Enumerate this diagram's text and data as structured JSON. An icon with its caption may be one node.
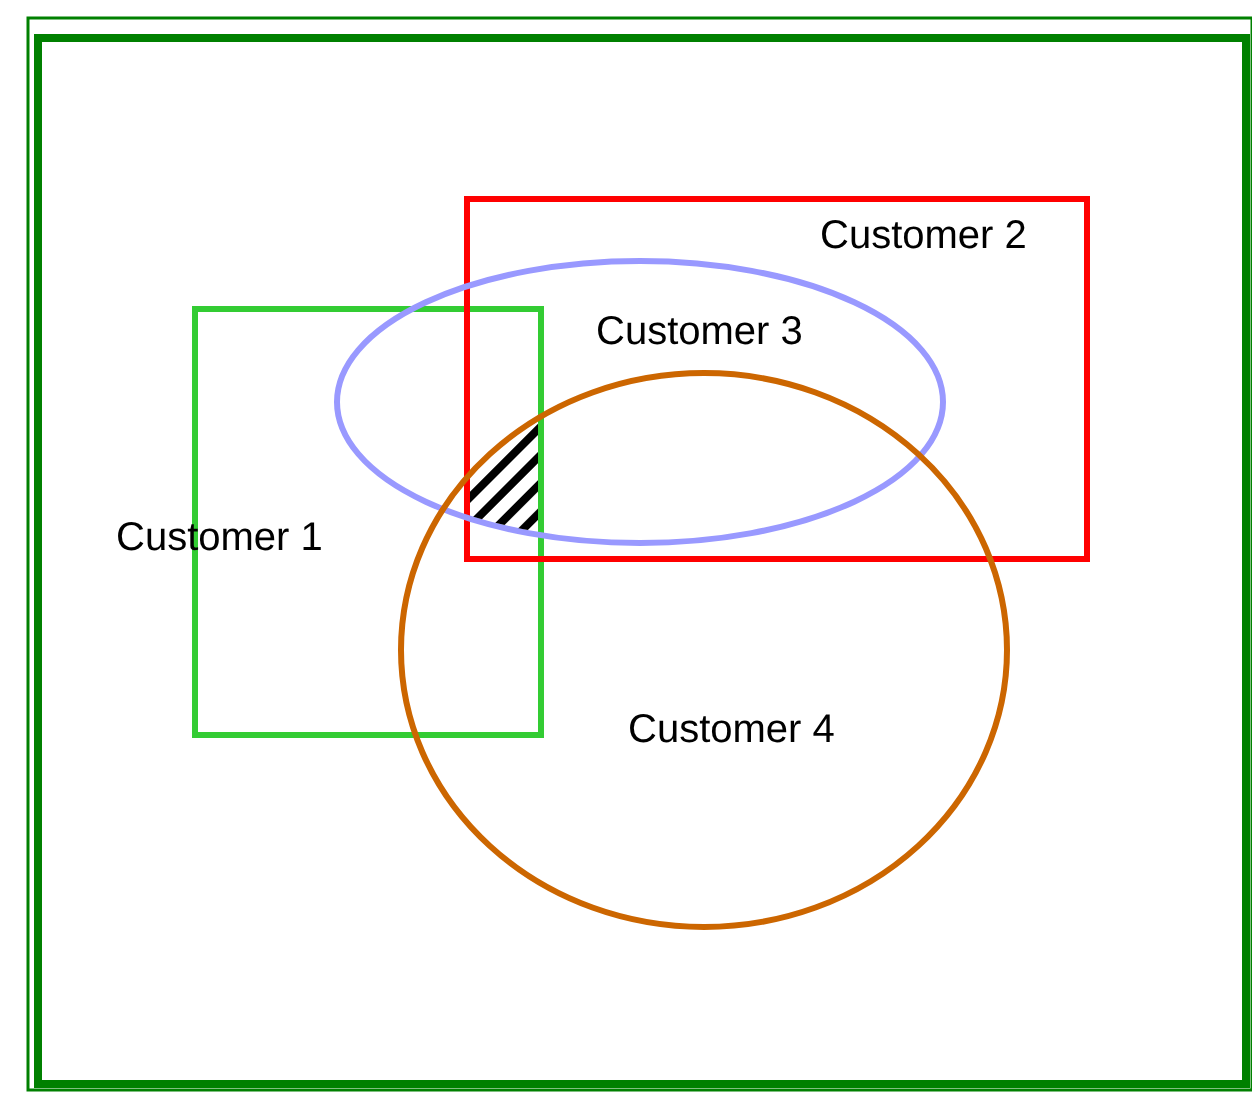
{
  "diagram": {
    "nodes": [
      {
        "text": [],
        "shape": "box"
      },
      {
        "text": [
          "Customer 1"
        ],
        "in": 0
      },
      {
        "text": [
          "Customer 2"
        ],
        "in": 0
      },
      {
        "text": [
          "Customer 3"
        ],
        "in": 0
      },
      {
        "text": [
          "Customer 4"
        ],
        "in": 0
      }
    ],
    "edges": []
  }
}
